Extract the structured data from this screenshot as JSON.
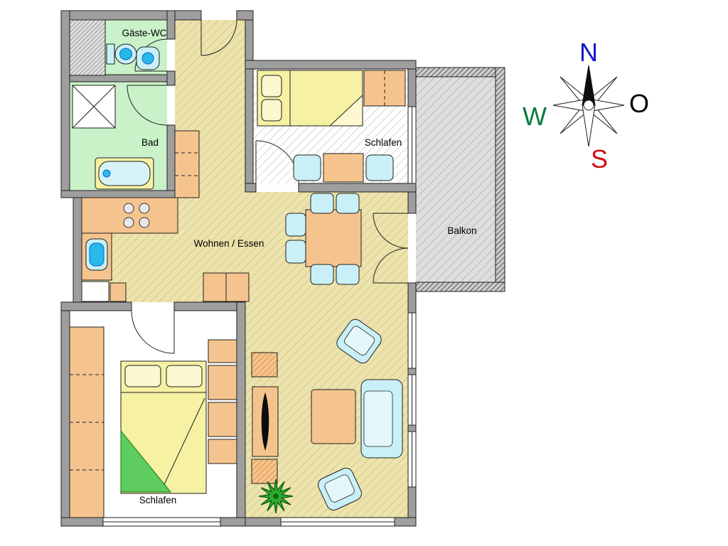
{
  "rooms": {
    "guest_wc": {
      "label": "Gäste-WC"
    },
    "bath": {
      "label": "Bad"
    },
    "bedroom_top": {
      "label": "Schlafen"
    },
    "living": {
      "label": "Wohnen / Essen"
    },
    "balcony": {
      "label": "Balkon"
    },
    "bedroom_bottom": {
      "label": "Schlafen"
    }
  },
  "compass": {
    "north": "N",
    "east": "O",
    "south": "S",
    "west": "W"
  },
  "colors": {
    "wall": "#9e9e9e",
    "floor_living": "#ece3ad",
    "floor_bath": "#c9f2c9",
    "floor_balcony": "#dedede",
    "furniture_wood": "#f5c48e",
    "bed": "#f6f1a3",
    "upholstery": "#c9f0f6",
    "water_fixture": "#29b9e9",
    "plant": "#2fae2f",
    "compass_north": "#1515c8",
    "compass_east": "#000000",
    "compass_south": "#d01010",
    "compass_west": "#0a7a3c"
  }
}
